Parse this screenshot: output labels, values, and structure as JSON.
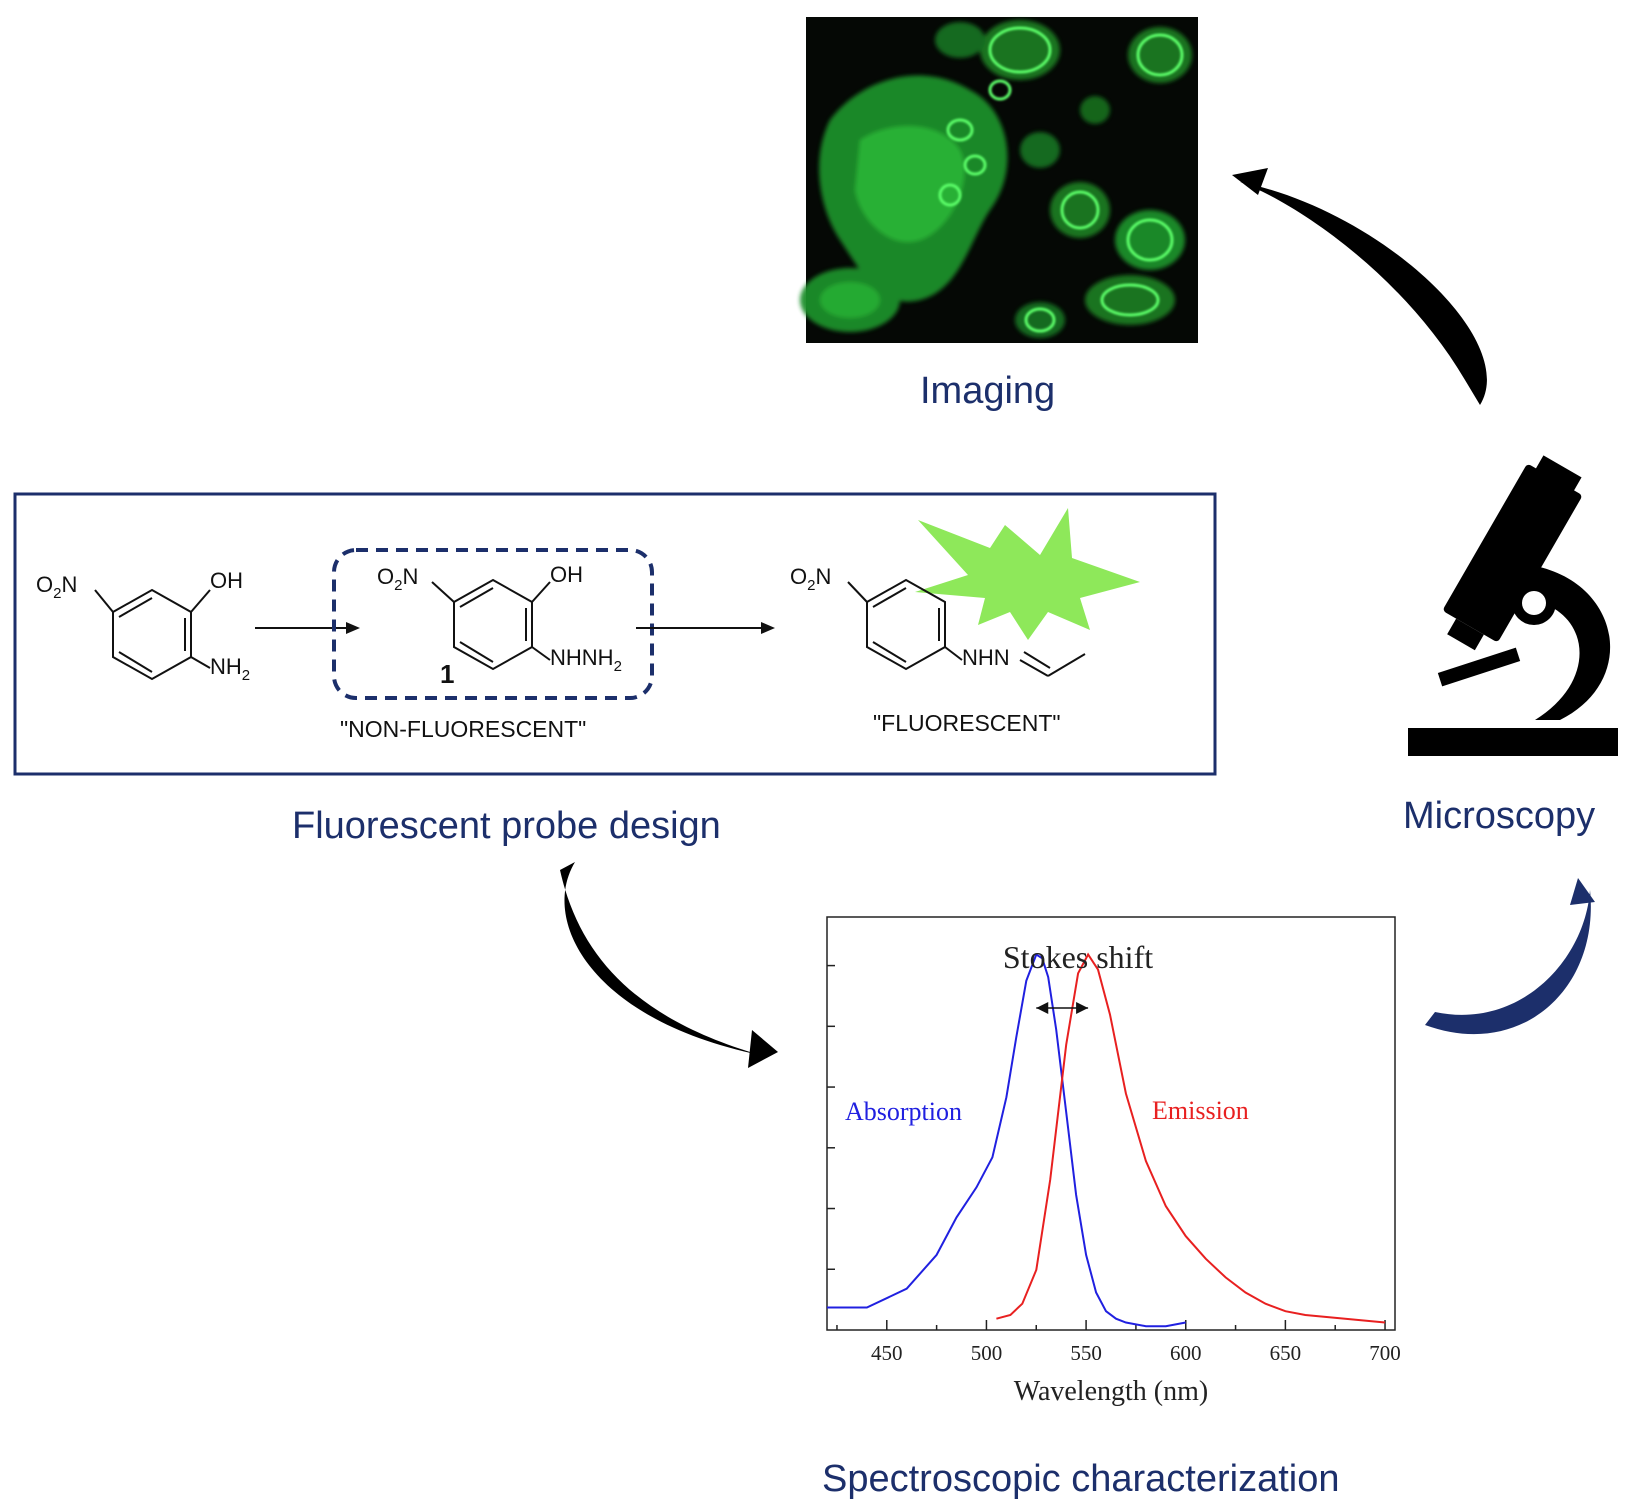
{
  "captions": {
    "imaging": "Imaging",
    "microscopy": "Microscopy",
    "probe_design": "Fluorescent probe design",
    "spectroscopic": "Spectroscopic characterization"
  },
  "scheme": {
    "compound_number": "1",
    "non_fluorescent_label": "\"NON-FLUORESCENT\"",
    "fluorescent_label": "\"FLUORESCENT\"",
    "group_no2_main": "O",
    "group_no2_sub": "2",
    "group_no2_tail": "N",
    "group_oh": "OH",
    "group_nh2_main": "NH",
    "group_nh2_sub": "2",
    "group_nhnh2_main": "NHNH",
    "group_nhnh2_sub": "2",
    "group_nhn": "NHN"
  },
  "colors": {
    "caption_text": "#1c2f6b",
    "scheme_border": "#1c2f6b",
    "dashed_box": "#1c2f6b",
    "starburst": "#8ee85a",
    "absorption": "#2020e0",
    "emission": "#e82020",
    "cell_fluorescence": "#2ecc40",
    "arrow_dark": "#000000",
    "arrow_blue": "#1c2f6b"
  },
  "icons": {
    "microscope": "microscope-icon",
    "starburst": "starburst-icon"
  },
  "chart_data": {
    "type": "line",
    "title": "Stokes shift",
    "xlabel": "Wavelength (nm)",
    "ylabel": "",
    "xlim": [
      420,
      705
    ],
    "ylim": [
      0,
      1.1
    ],
    "xticks": [
      "450",
      "500",
      "550",
      "600",
      "650",
      "700"
    ],
    "grid": false,
    "series": [
      {
        "name": "Absorption",
        "color": "#2020e0",
        "x": [
          420,
          440,
          460,
          475,
          485,
          495,
          503,
          510,
          515,
          520,
          525,
          528,
          531,
          535,
          540,
          545,
          550,
          555,
          560,
          565,
          570,
          580,
          590,
          600
        ],
        "y": [
          0.06,
          0.06,
          0.11,
          0.2,
          0.3,
          0.38,
          0.46,
          0.62,
          0.78,
          0.93,
          1.0,
          0.99,
          0.94,
          0.8,
          0.58,
          0.36,
          0.2,
          0.1,
          0.05,
          0.03,
          0.02,
          0.01,
          0.01,
          0.02
        ]
      },
      {
        "name": "Emission",
        "color": "#e82020",
        "x": [
          505,
          512,
          518,
          525,
          532,
          540,
          546,
          551,
          556,
          562,
          570,
          580,
          590,
          600,
          610,
          620,
          630,
          640,
          650,
          660,
          680,
          700
        ],
        "y": [
          0.03,
          0.04,
          0.07,
          0.16,
          0.4,
          0.76,
          0.95,
          1.0,
          0.96,
          0.84,
          0.63,
          0.45,
          0.33,
          0.25,
          0.19,
          0.14,
          0.1,
          0.07,
          0.05,
          0.04,
          0.03,
          0.02
        ]
      }
    ]
  }
}
